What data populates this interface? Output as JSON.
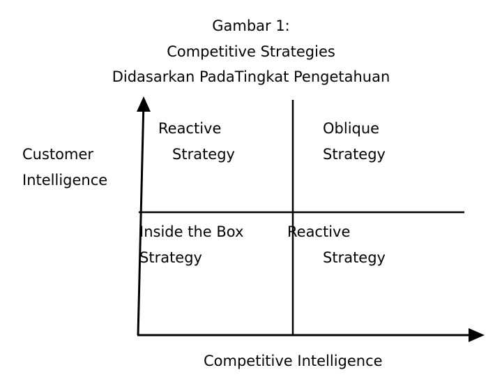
{
  "title": {
    "line1": "Gambar 1:",
    "line2": "Competitive Strategies",
    "line3": "Didasarkan PadaTingkat Pengetahuan"
  },
  "y_axis_label": {
    "line1": "Customer",
    "line2": "Intelligence"
  },
  "x_axis_label": "Competitive Intelligence",
  "quadrants": {
    "top_left": {
      "line1": "Reactive",
      "line2": "Strategy"
    },
    "top_right": {
      "line1": "Oblique",
      "line2": "Strategy"
    },
    "bottom_left": {
      "line1": "Inside the Box",
      "line2": "Strategy"
    },
    "bottom_right": {
      "line1": "Reactive",
      "line2": "Strategy"
    }
  },
  "colors": {
    "lines": "#000000",
    "text": "#000000",
    "background": "#ffffff"
  }
}
